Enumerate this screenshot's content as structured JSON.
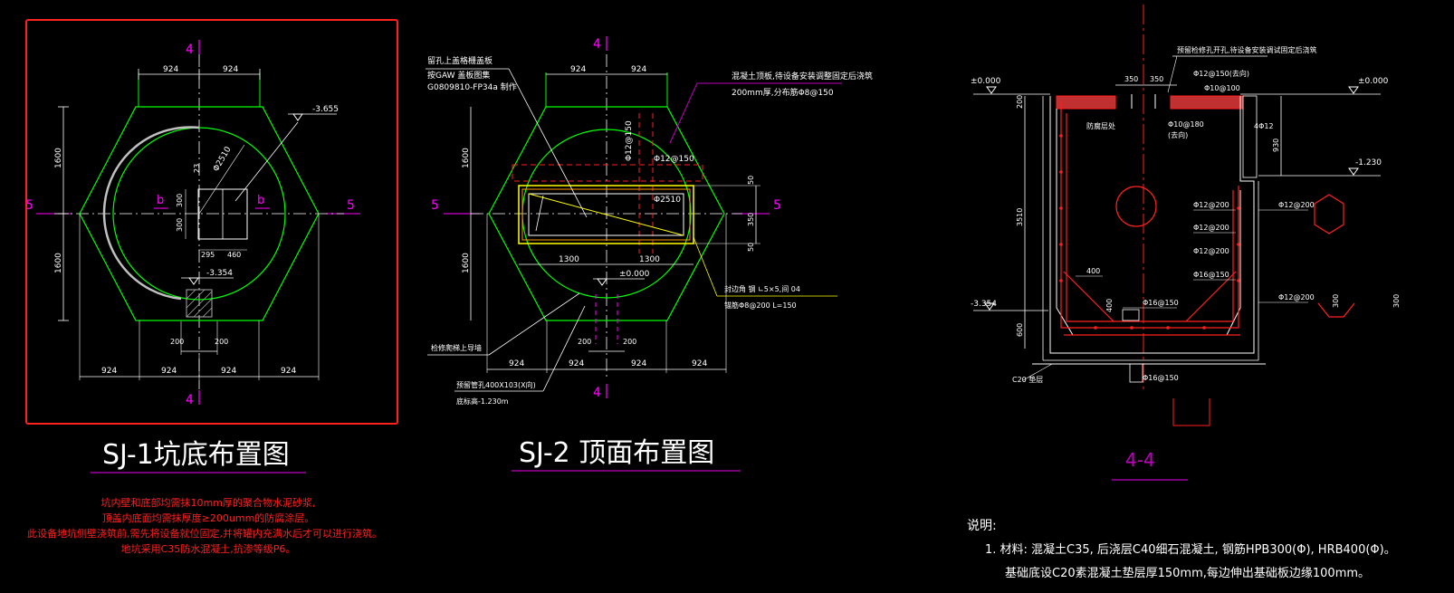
{
  "colors": {
    "background": "#000000",
    "outline": "#00ff00",
    "dims": "#ffffff",
    "axis": "#ff00ff",
    "rebar": "#ff2020",
    "leader": "#ffff00",
    "section_fill": "#c03030",
    "magenta_line": "#c000c0"
  },
  "sj1": {
    "title": "SJ-1坑底布置图",
    "section_top": "4",
    "section_bottom": "4",
    "section_left": "5",
    "section_right": "5",
    "cut_b_left": "b",
    "cut_b_right": "b",
    "dim_top_left": "924",
    "dim_top_right": "924",
    "dim_left_top": "1600",
    "dim_left_bottom": "1600",
    "level_top": "-3.655",
    "level_bottom": "-3.354",
    "dia": "Φ2510",
    "dim_23": "23",
    "dim_300a": "300",
    "dim_300b": "300",
    "dim_295": "295",
    "dim_460": "460",
    "dim_200a": "200",
    "dim_200b": "200",
    "dim_bottom": [
      "924",
      "924",
      "924",
      "924"
    ],
    "notes": [
      "坑内壁和底部均需抹10mm厚的聚合物水泥砂浆,",
      "顶盖内底面均需抹厚度≥200umm的防腐涂层。",
      "此设备地坑侧壁浇筑前,需先将设备就位固定,并将罐内充满水后才可以进行浇筑。",
      "地坑采用C35防水混凝土,抗渗等级P6。"
    ]
  },
  "sj2": {
    "title": "SJ-2  顶面布置图",
    "section_top": "4",
    "section_bottom": "4",
    "section_left": "5",
    "section_right": "5",
    "label_top1": "留孔上盖格栅盖板",
    "label_top2": "按GAW 盖板图集",
    "label_top3": "G0809810-FP34a 制作",
    "label_right1": "混凝土顶板,待设备安装调整固定后浇筑",
    "label_right2": "200mm厚,分布筋Φ8@150",
    "dim_top_left": "924",
    "dim_top_right": "924",
    "dim_left_top": "1600",
    "dim_left_bottom": "1600",
    "rebar_v": "Φ12@150",
    "rebar_h": "Φ12@150",
    "dia": "Φ2510",
    "dim_50a": "50",
    "dim_350": "350",
    "dim_50b": "50",
    "dim_1300a": "1300",
    "dim_1300b": "1300",
    "level": "±0.000",
    "angle1": "封边角 钢 ∟5×5,间 04",
    "angle2": "锚筋Φ8@200 L=150",
    "label_ladder": "检修爬梯上导墙",
    "label_hole1": "预留管孔400X103(X向)",
    "label_hole2": "底标高-1.230m",
    "dim_200a": "200",
    "dim_200b": "200",
    "dim_bottom": [
      "924",
      "924",
      "924",
      "924"
    ]
  },
  "sec44": {
    "title": "4-4",
    "top_note": "预留检修孔开孔,待设备安装调试固定后浇筑",
    "level_left": "±0.000",
    "level_right": "±0.000",
    "level_mid": "-1.230",
    "level_bottom": "-3.354",
    "dim_350a": "350",
    "dim_350b": "350",
    "rebar_top": "Φ12@150(去向)",
    "rebar_10_100": "Φ10@100",
    "rebar_10_180": "Φ10@180",
    "rebar_10_180b": "(去向)",
    "label_left": "防腐层处",
    "rebar_4d12": "4Φ12",
    "dim_200": "200",
    "dim_930": "930",
    "dim_3510": "3510",
    "dim_600": "600",
    "dim_400a": "400",
    "dim_400b": "400",
    "rebar_12_200a": "Φ12@200",
    "rebar_12_200b": "Φ12@200",
    "rebar_12_200c": "Φ12@200",
    "rebar_12_200d": "Φ12@200",
    "rebar_12_200e": "Φ12@200",
    "rebar_16_150a": "Φ16@150",
    "rebar_16_150b": "Φ16@150",
    "rebar_16_150c": "Φ16@150",
    "label_c20": "C20 垫层",
    "dim_300a": "300",
    "dim_300b": "300"
  },
  "description": {
    "heading": "说明:",
    "line1": "1.  材料: 混凝土C35, 后浇层C40细石混凝土, 钢筋HPB300(Φ), HRB400(Φ)。",
    "line2": "基础底设C20素混凝土垫层厚150mm,每边伸出基础板边缘100mm。"
  }
}
